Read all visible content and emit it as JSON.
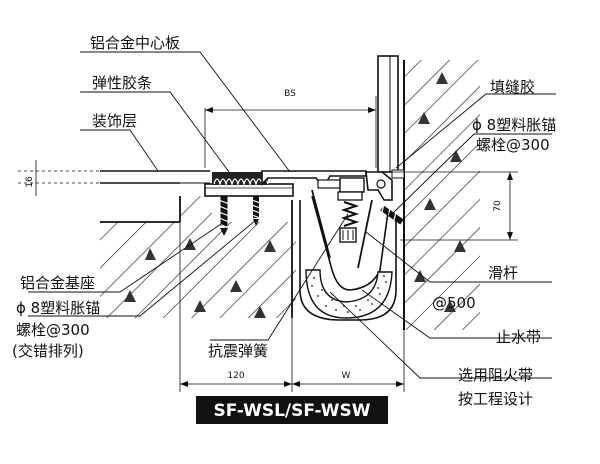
{
  "labels": {
    "aluminum_center_plate": "铝合金中心板",
    "elastic_strip": "弹性胶条",
    "decorative_layer": "装饰层",
    "sealant": "填缝胶",
    "plastic_anchor_right_1": "ϕ 8塑料胀锚",
    "plastic_anchor_right_2": "螺栓@300",
    "aluminum_base": "铝合金基座",
    "plastic_anchor_left_1": "ϕ 8塑料胀锚",
    "plastic_anchor_left_2": "螺栓@300",
    "plastic_anchor_left_3": "(交错排列)",
    "slide_bar": "滑杆",
    "slide_bar_spacing": "@500",
    "waterstop": "止水带",
    "seismic_spring": "抗震弹簧",
    "fire_barrier_1": "选用阻火带",
    "fire_barrier_2": "按工程设计"
  },
  "dimensions": {
    "bs": "BS",
    "d16": "16",
    "d70": "70",
    "d120": "120",
    "w": "W"
  },
  "title": "SF-WSL/SF-WSW"
}
